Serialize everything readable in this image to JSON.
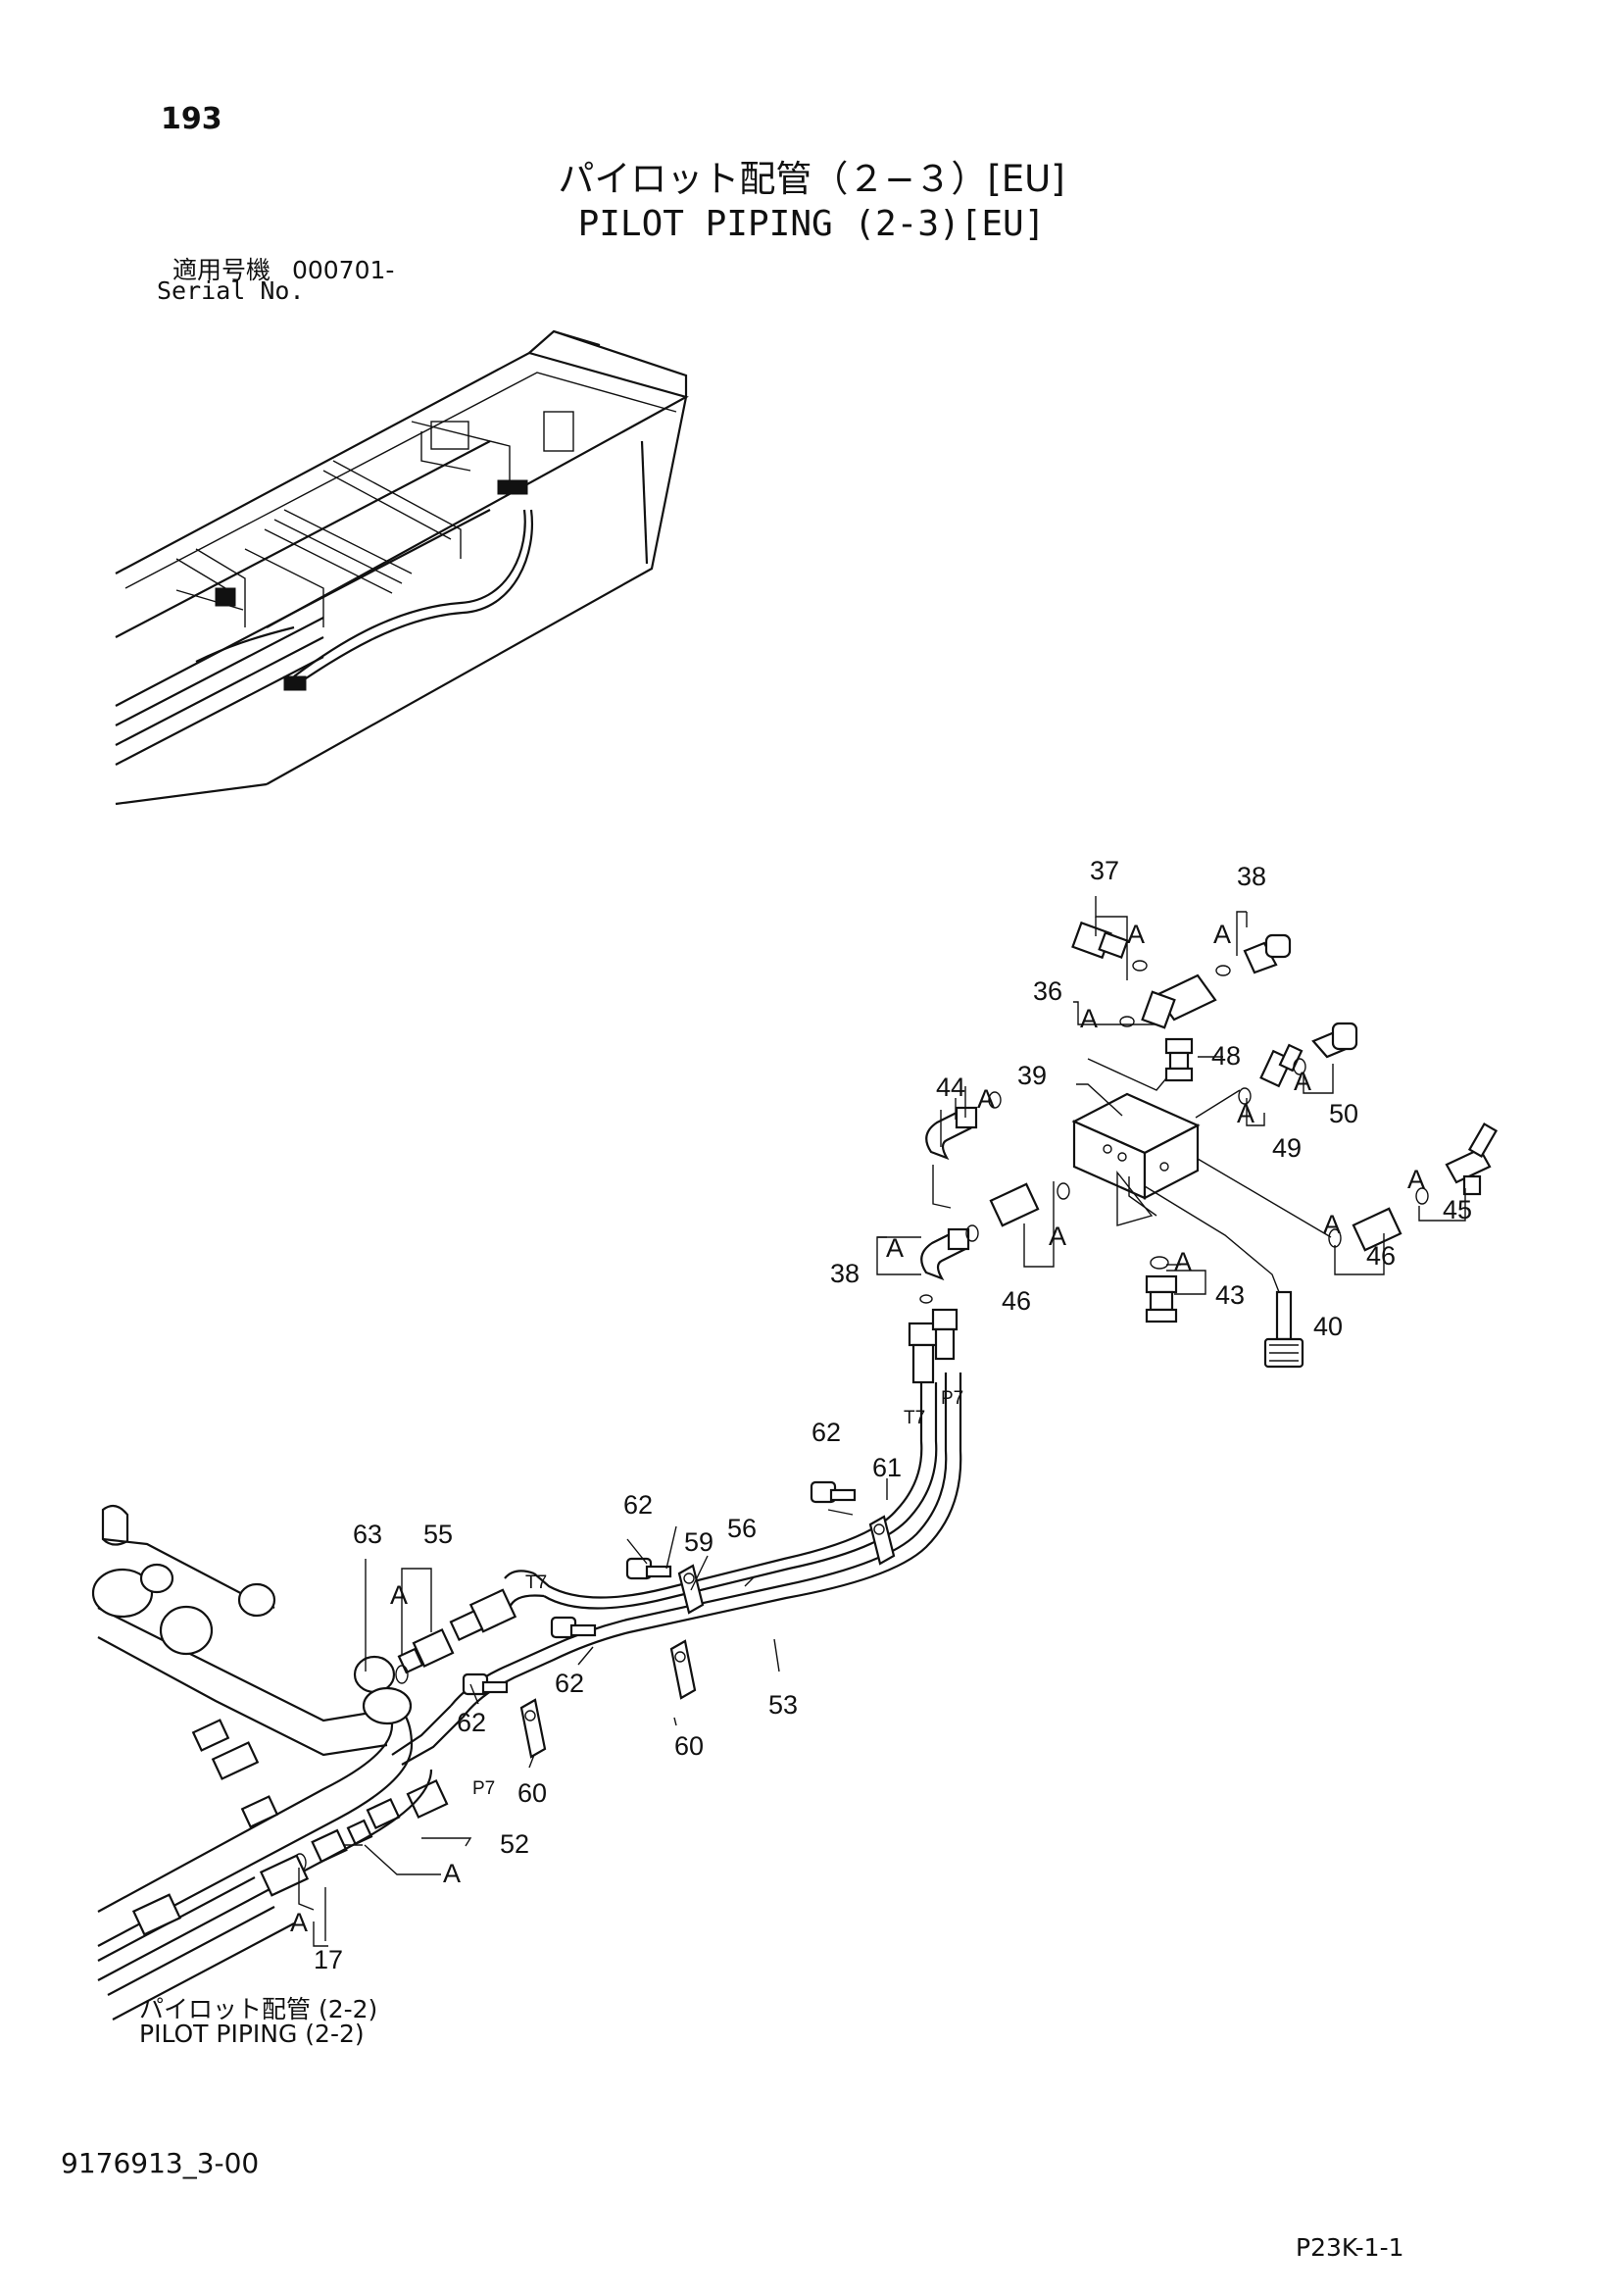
{
  "header": {
    "page_number": "193",
    "title_jp": "パイロット配管（２−３）[EU]",
    "title_en": "PILOT PIPING (2-3)[EU]",
    "serial_label_jp": "適用号機",
    "serial_value": "000701-",
    "serial_label_en": "Serial No."
  },
  "reference": {
    "label_jp": "パイロット配管 (2-2)",
    "label_en": "PILOT PIPING (2-2)"
  },
  "footer": {
    "doc_number": "9176913_3-00",
    "sheet_code": "P23K-1-1"
  },
  "diagram": {
    "callouts": {
      "p37": "37",
      "p38a": "38",
      "p36": "36",
      "p48": "48",
      "p50": "50",
      "p49": "49",
      "p39": "39",
      "p44": "44",
      "p45": "45",
      "p46a": "46",
      "p46b": "46",
      "p43": "43",
      "p40": "40",
      "p38b": "38",
      "p62a": "62",
      "p61": "61",
      "p62b": "62",
      "p59": "59",
      "p56": "56",
      "p63": "63",
      "p55": "55",
      "p62c": "62",
      "p62d": "62",
      "p53": "53",
      "p60a": "60",
      "p60b": "60",
      "p52": "52",
      "p17": "17"
    },
    "detail_mark": "A",
    "port_labels": {
      "t7_upper": "T7",
      "p7_upper": "P7",
      "t7_lower": "T7",
      "p7_lower": "P7"
    }
  }
}
